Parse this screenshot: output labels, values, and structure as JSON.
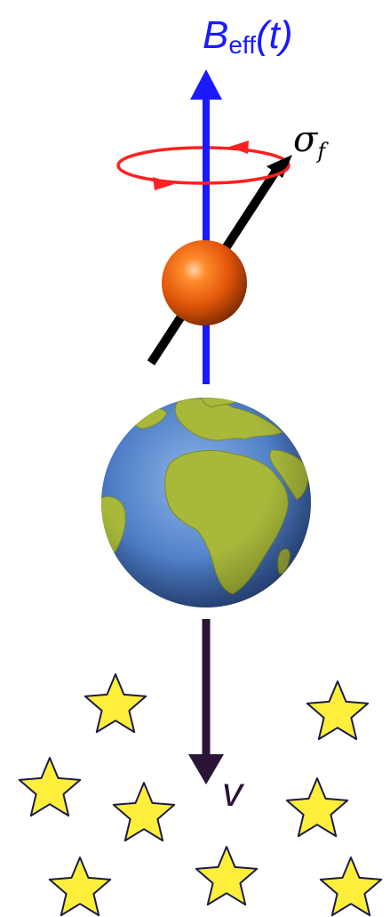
{
  "labels": {
    "field": {
      "symbol": "B",
      "subscript": "eff",
      "argument": "(t)"
    },
    "spin": {
      "symbol": "σ",
      "subscript": "f"
    },
    "velocity": "v"
  },
  "colors": {
    "field_arrow": "#1a1aff",
    "field_label": "#1a1aff",
    "precession_loop": "#ff2020",
    "spin_arrow": "#000000",
    "particle_core": "#ff6a1a",
    "particle_edge": "#7a2a00",
    "velocity_arrow": "#2b1436",
    "star_fill": "#ffef3a",
    "star_edge": "#1b1b4a",
    "earth_ocean": "#5b8fd1",
    "earth_land": "#a8b83a"
  },
  "icons": {
    "particle": "sphere-particle",
    "earth": "earth-globe-icon",
    "stars": "star-icon"
  }
}
